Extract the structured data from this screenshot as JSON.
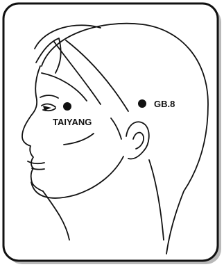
{
  "colors": {
    "ink": "#111111",
    "frame": "#111111",
    "background": "#ffffff",
    "shadow": "#b9b9b9"
  },
  "points": [
    {
      "id": "taiyang",
      "label": "TAIYANG"
    },
    {
      "id": "gb8",
      "label": "GB.8"
    }
  ]
}
